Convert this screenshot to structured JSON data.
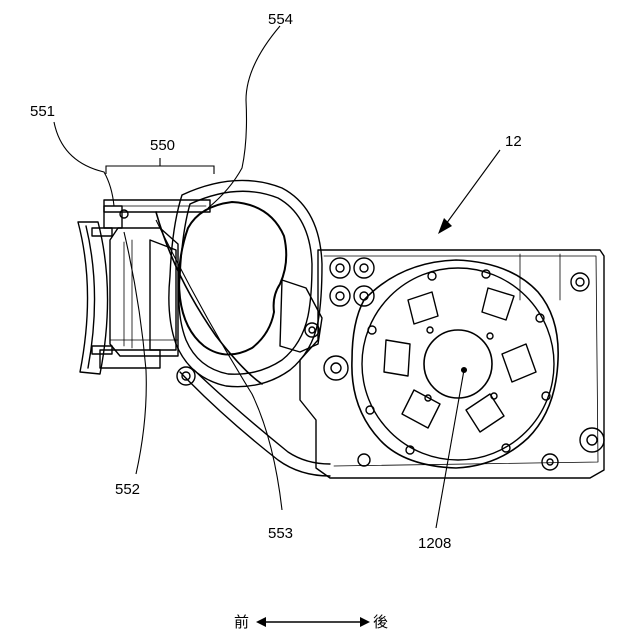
{
  "labels": {
    "ref_551": "551",
    "ref_550": "550",
    "ref_554": "554",
    "ref_12": "12",
    "ref_552": "552",
    "ref_553": "553",
    "ref_1208": "1208"
  },
  "direction": {
    "front": "前",
    "rear": "後"
  }
}
